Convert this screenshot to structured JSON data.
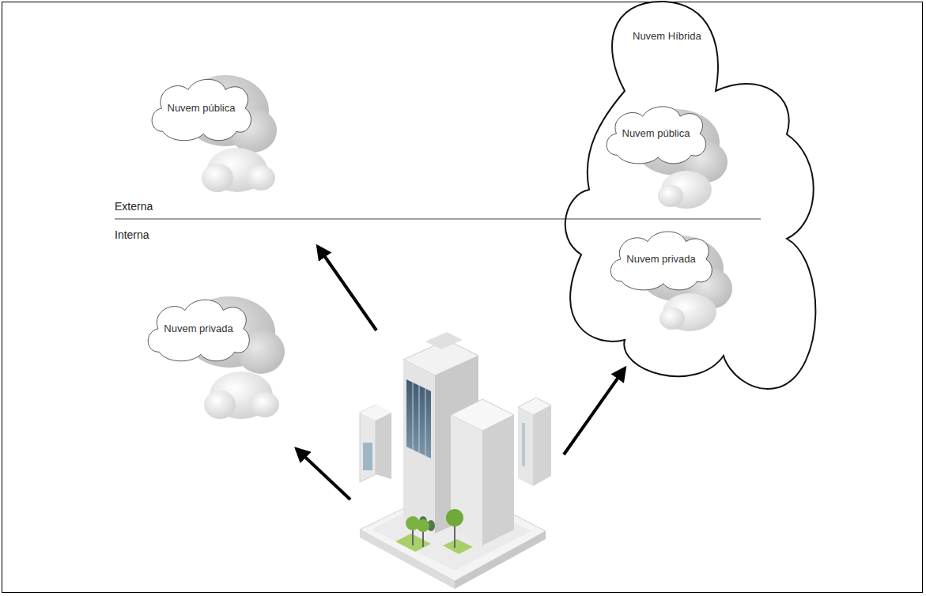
{
  "diagram": {
    "nodes": [
      {
        "text": [
          "Nuvem pública"
        ]
      },
      {
        "text": [
          "Nuvem privada"
        ]
      },
      {
        "text": [
          "Nuvem Híbrida"
        ]
      },
      {
        "text": [
          "Nuvem pública"
        ],
        "in": 2
      },
      {
        "text": [
          "Nuvem privada"
        ],
        "in": 2
      }
    ],
    "labels": [
      "Externa",
      "Interna"
    ]
  }
}
